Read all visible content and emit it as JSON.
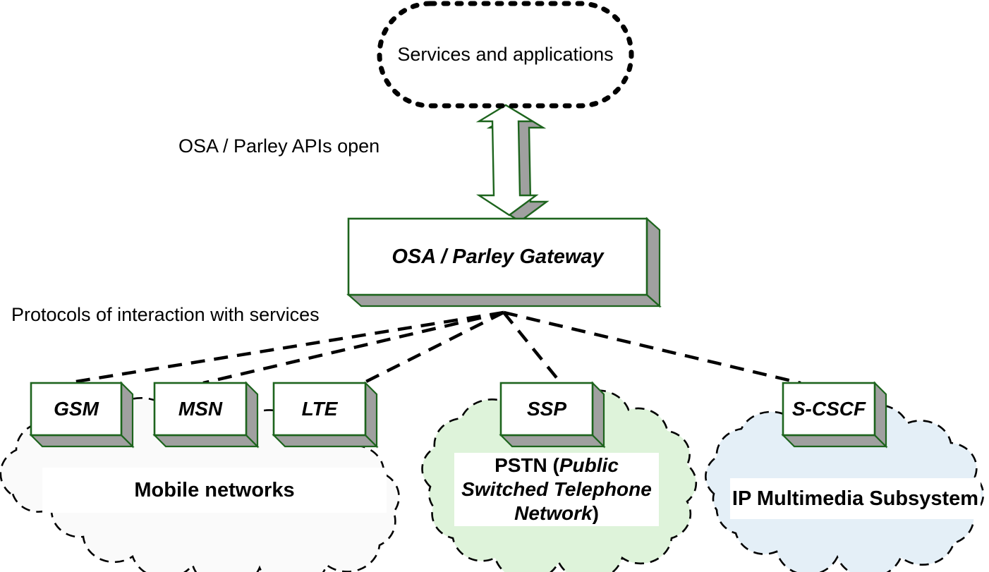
{
  "colors": {
    "outline_green": "#1d641d",
    "side_gray": "#a0a0a0",
    "mobile_cloud": "#fafafa",
    "pstn_cloud": "#def3da",
    "ims_cloud": "#e4eff7",
    "line_black": "#000000"
  },
  "stadium": {
    "label": "Services and applications"
  },
  "annotations": {
    "apis_label": "OSA / Parley APIs open",
    "protocols_label": "Protocols of interaction with services"
  },
  "gateway": {
    "label": "OSA / Parley Gateway"
  },
  "nodes": [
    "GSM",
    "MSN",
    "LTE",
    "SSP",
    "S-CSCF"
  ],
  "clouds": {
    "mobile": {
      "label": "Mobile networks"
    },
    "pstn": {
      "prefix": "PSTN (",
      "italic": "Public Switched Telephone Network",
      "suffix": ")"
    },
    "ims": {
      "label": "IP Multimedia Subsystem"
    }
  },
  "connections": {
    "from": "OSA / Parley Gateway",
    "to": [
      "GSM",
      "MSN",
      "LTE",
      "SSP",
      "S-CSCF"
    ]
  }
}
